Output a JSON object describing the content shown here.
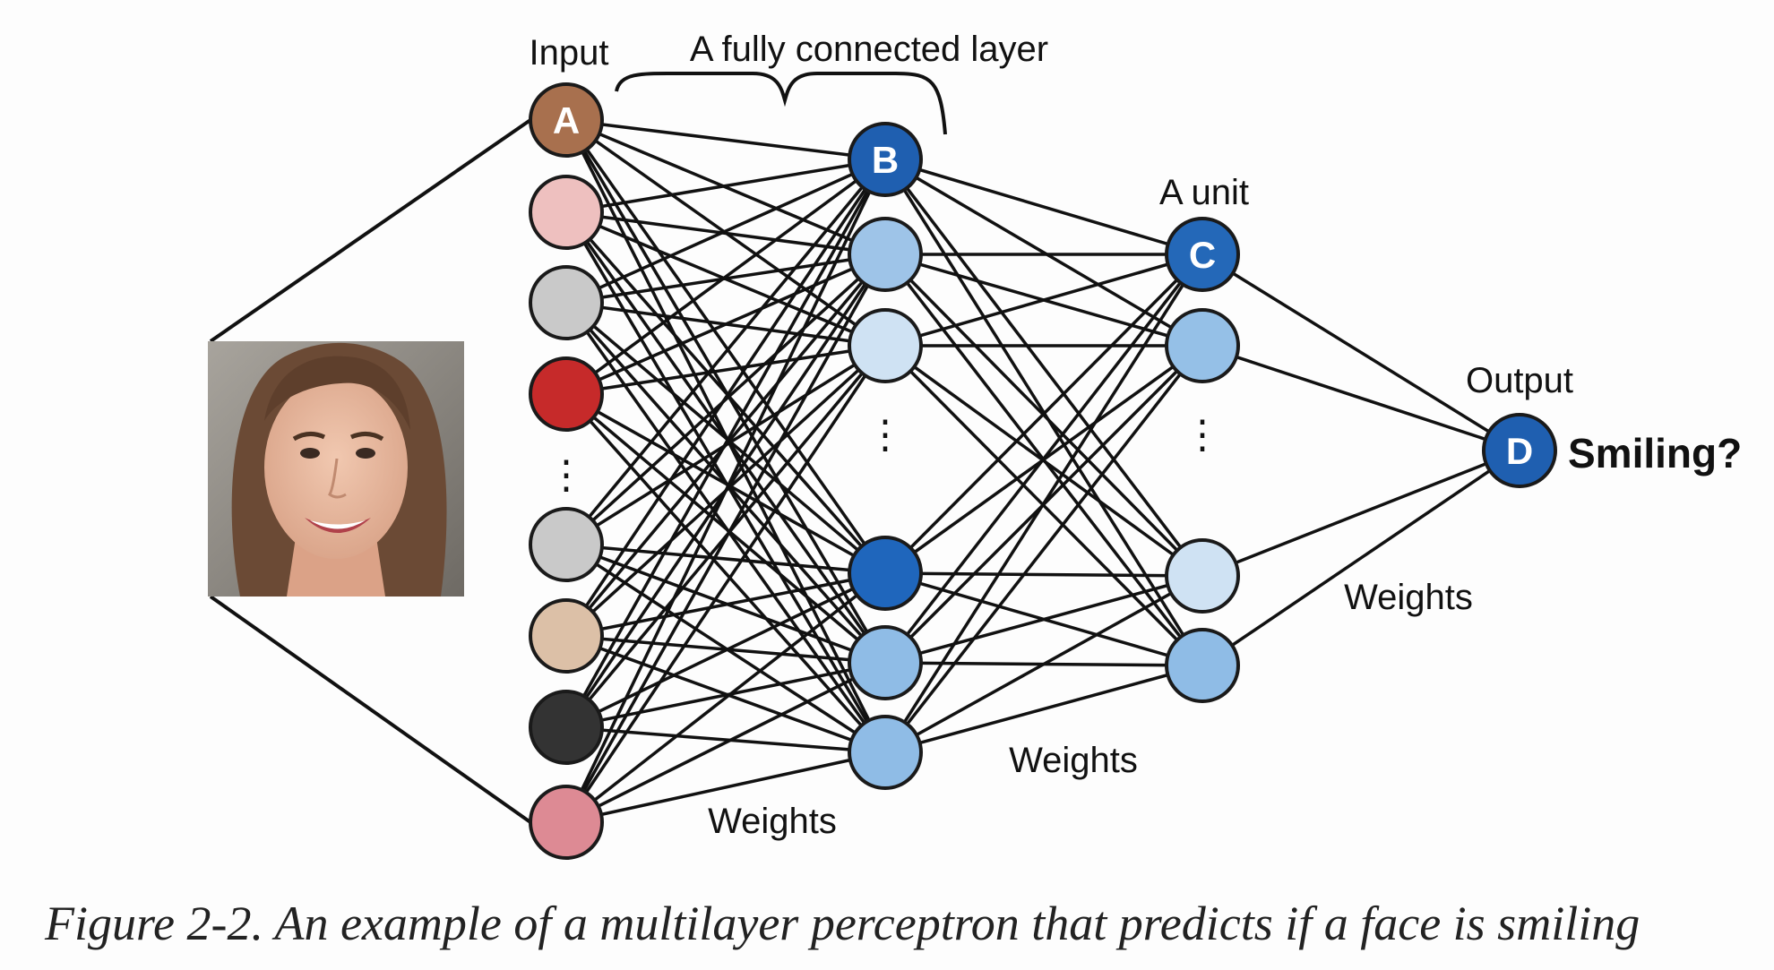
{
  "labels": {
    "input": "Input",
    "fully_connected": "A fully connected layer",
    "a_unit": "A unit",
    "output": "Output",
    "smiling": "Smiling?",
    "weights": "Weights",
    "ellipsis": "⋮"
  },
  "node_letters": {
    "a": "A",
    "b": "B",
    "c": "C",
    "d": "D"
  },
  "caption": "Figure 2-2. An example of a multilayer perceptron that predicts if a face is smiling",
  "colors": {
    "input_nodes": [
      "#a8704e",
      "#eec0bf",
      "#c9c9c9",
      "#c62a2a",
      "#c9c9c9",
      "#dcc0a7",
      "#333333",
      "#dd8a94"
    ],
    "hidden1_nodes": [
      "#1f5fb0",
      "#9ec4e8",
      "#cfe2f3",
      "#1f66bc",
      "#8fbce6",
      "#8fbce6"
    ],
    "hidden2_nodes": [
      "#2468b8",
      "#95c0e7",
      "#cfe2f3",
      "#8fbce6"
    ],
    "output_node": "#1f5fb0",
    "edge": "#111111",
    "node_stroke": "#1a1a1a"
  },
  "face_image": "photo-of-smiling-woman"
}
